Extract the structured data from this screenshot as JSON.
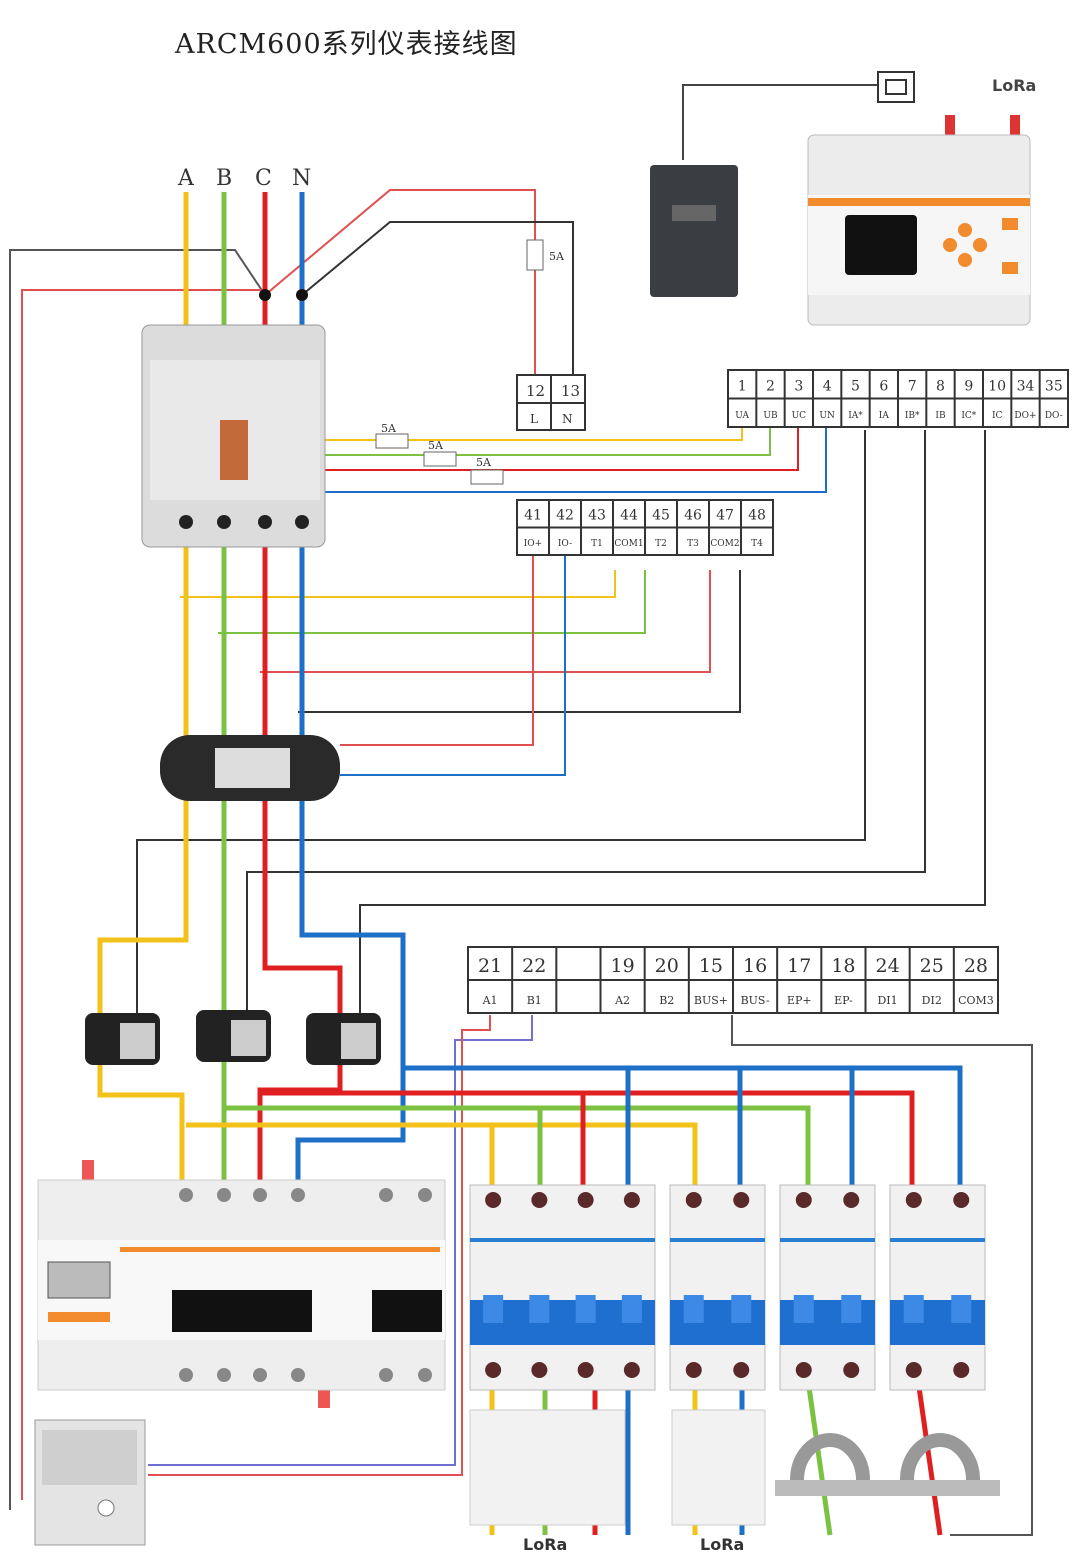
{
  "title": "ARCM600系列仪表接线图",
  "phases": [
    "A",
    "B",
    "C",
    "N"
  ],
  "phase_colors": {
    "A": "#f2c21b",
    "B": "#7cc242",
    "C": "#e02020",
    "N": "#1e6fc8"
  },
  "fuse_label": "5A",
  "power_terminals": {
    "numbers": [
      "12",
      "13"
    ],
    "labels": [
      "L",
      "N"
    ]
  },
  "terminal_block_main": {
    "numbers": [
      "1",
      "2",
      "3",
      "4",
      "5",
      "6",
      "7",
      "8",
      "9",
      "10",
      "34",
      "35"
    ],
    "labels": [
      "UA",
      "UB",
      "UC",
      "UN",
      "IA*",
      "IA",
      "IB*",
      "IB",
      "IC*",
      "IC",
      "DO+",
      "DO-"
    ]
  },
  "terminal_block_io": {
    "numbers": [
      "41",
      "42",
      "43",
      "44",
      "45",
      "46",
      "47",
      "48"
    ],
    "labels": [
      "IO+",
      "IO-",
      "T1",
      "COM1",
      "T2",
      "T3",
      "COM2",
      "T4"
    ]
  },
  "terminal_block_comm": {
    "numbers": [
      "21",
      "22",
      "",
      "19",
      "20",
      "15",
      "16",
      "17",
      "18",
      "24",
      "25",
      "28"
    ],
    "labels": [
      "A1",
      "B1",
      "",
      "A2",
      "B2",
      "BUS+",
      "BUS-",
      "EP+",
      "EP-",
      "DI1",
      "DI2",
      "COM3"
    ]
  },
  "lora_labels": [
    "LoRa",
    "LoRa",
    "LoRa"
  ],
  "icons": [
    "rj45-port-icon",
    "antenna-icon"
  ]
}
